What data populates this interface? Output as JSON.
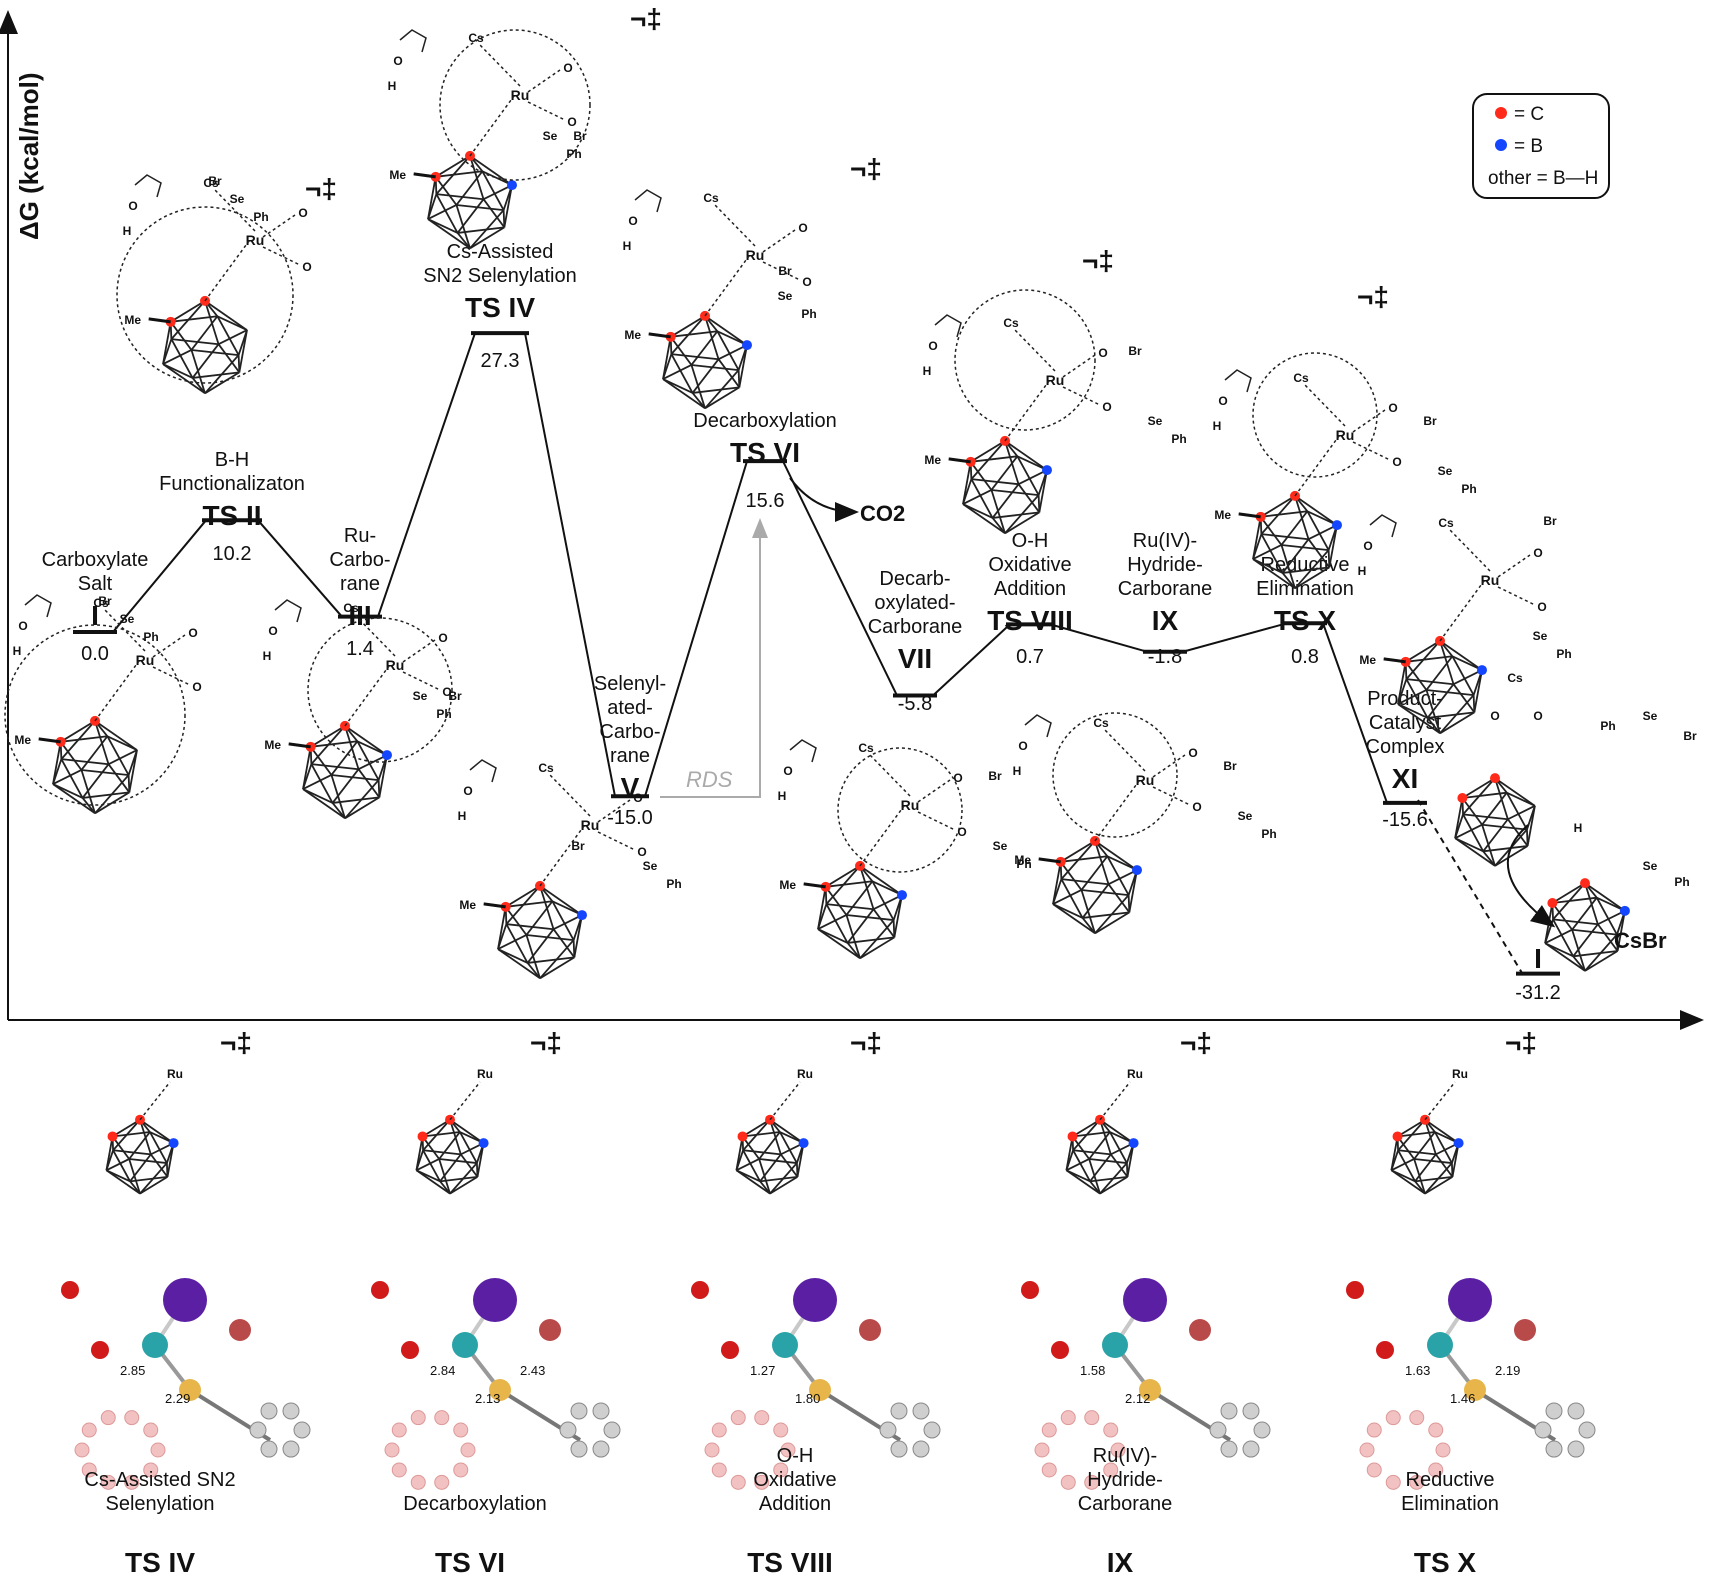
{
  "axis": {
    "ylabel": "ΔG (kcal/mol)"
  },
  "legend": {
    "c": "= C",
    "b": "= B",
    "other": "other = B—H"
  },
  "dagger": "¬‡",
  "co2": "CO2",
  "rds": "RDS",
  "colors": {
    "carbon": "#ff2a1a",
    "boron": "#1546ff",
    "ruthenium": "#2aa3a8",
    "cesium": "#5a1fa3",
    "oxygen": "#d11a1a",
    "selenium": "#e8b54a",
    "bromine": "#b84a4a",
    "boronH": "#f2c2c2"
  },
  "states": [
    {
      "id": "I",
      "energy": 0.0,
      "value": "0.0",
      "name": [
        "Carboxylate",
        "Salt"
      ]
    },
    {
      "id": "TS II",
      "energy": 10.2,
      "value": "10.2",
      "name": [
        "B-H",
        "Functionalizaton"
      ]
    },
    {
      "id": "III",
      "energy": 1.4,
      "value": "1.4",
      "name": [
        "Ru-",
        "Carbo-",
        "rane"
      ]
    },
    {
      "id": "TS IV",
      "energy": 27.3,
      "value": "27.3",
      "name": [
        "Cs-Assisted",
        "SN2 Selenylation"
      ]
    },
    {
      "id": "V",
      "energy": -15.0,
      "value": "-15.0",
      "name": [
        "Selenyl-",
        "ated-",
        "Carbo-",
        "rane"
      ]
    },
    {
      "id": "TS VI",
      "energy": 15.6,
      "value": "15.6",
      "name": [
        "Decarboxylation"
      ]
    },
    {
      "id": "VII",
      "energy": -5.8,
      "value": "-5.8",
      "name": [
        "Decarb-",
        "oxylated-",
        "Carborane"
      ]
    },
    {
      "id": "TS VIII",
      "energy": 0.7,
      "value": "0.7",
      "name": [
        "O-H",
        "Oxidative",
        "Addition"
      ]
    },
    {
      "id": "IX",
      "energy": -1.8,
      "value": "-1.8",
      "name": [
        "Ru(IV)-",
        "Hydride-",
        "Carborane"
      ]
    },
    {
      "id": "TS X",
      "energy": 0.8,
      "value": "0.8",
      "name": [
        "Reductive",
        "Elimination"
      ]
    },
    {
      "id": "XI",
      "energy": -15.6,
      "value": "-15.6",
      "name": [
        "Product-",
        "Catalyst",
        "Complex"
      ]
    },
    {
      "id": "I",
      "energy": -31.2,
      "value": "-31.2",
      "name": []
    }
  ],
  "product": {
    "csbr": "CsBr"
  },
  "bottom_panels": [
    {
      "name": [
        "Cs-Assisted SN2",
        "Selenylation"
      ],
      "id": "TS IV",
      "distances": [
        "2.85",
        "2.29"
      ]
    },
    {
      "name": [
        "Decarboxylation"
      ],
      "id": "TS VI",
      "distances": [
        "2.84",
        "2.13",
        "2.43"
      ]
    },
    {
      "name": [
        "O-H",
        "Oxidative",
        "Addition"
      ],
      "id": "TS VIII",
      "distances": [
        "1.27",
        "1.80"
      ]
    },
    {
      "name": [
        "Ru(IV)-",
        "Hydride-",
        "Carborane"
      ],
      "id": "IX",
      "distances": [
        "1.58",
        "2.12"
      ]
    },
    {
      "name": [
        "Reductive",
        "Elimination"
      ],
      "id": "TS X",
      "distances": [
        "1.63",
        "1.46",
        "2.19"
      ]
    }
  ]
}
